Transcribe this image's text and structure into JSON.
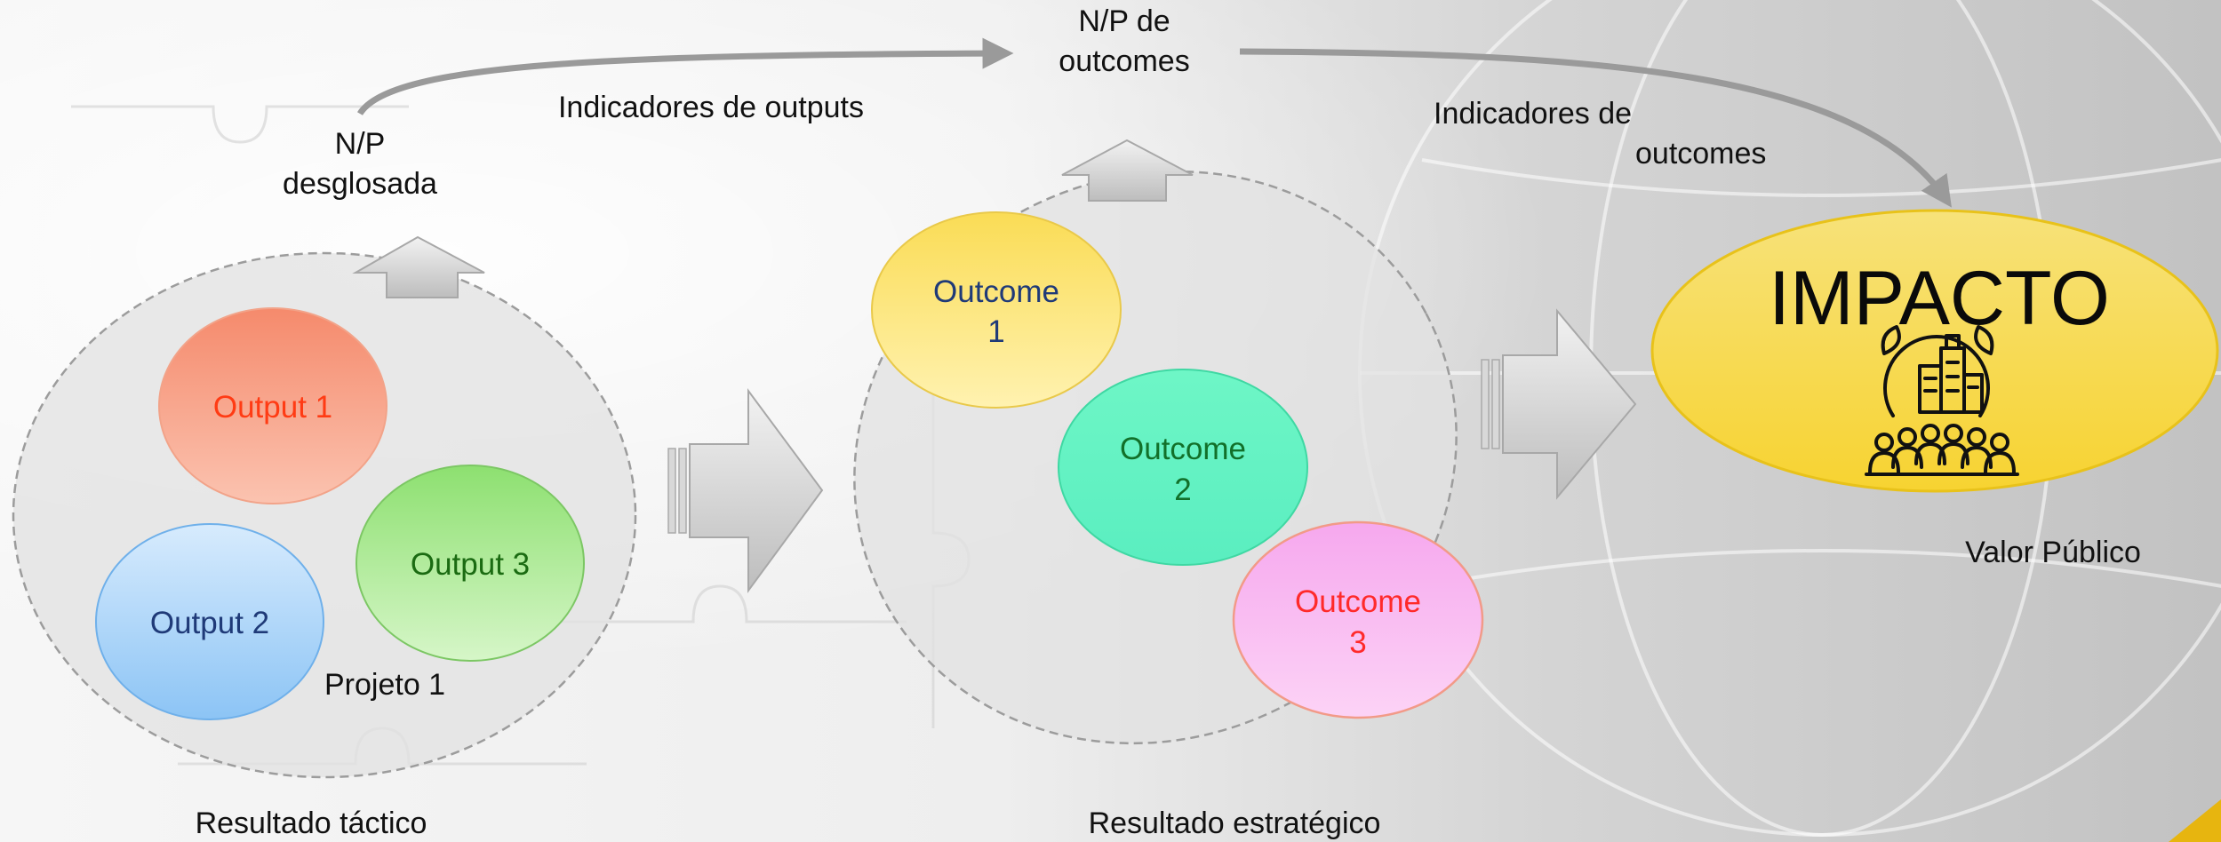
{
  "colors": {
    "background_light": "#f4f4f4",
    "background_dark": "#c9c9c9",
    "group_fill": "#e2e2e2",
    "group_stroke": "#9c9c9c",
    "connector_arrow": "#9a9a9a",
    "output1_fill": "#f6967a",
    "output1_text": "#ff3b14",
    "output2_fill": "#9fcdf6",
    "output2_text": "#1f3a78",
    "output3_fill": "#a6e88f",
    "output3_text": "#1b6b12",
    "outcome1_fill": "#fbe37a",
    "outcome1_text": "#1f3a78",
    "outcome2_fill": "#6cf5c6",
    "outcome2_text": "#12702a",
    "outcome3_fill": "#f9b9f2",
    "outcome3_text": "#ff2a2a",
    "impact_fill": "#f9de4c",
    "impact_stroke": "#e8c21a",
    "label_text": "#111111"
  },
  "labels": {
    "np_desglosada_line1": "N/P",
    "np_desglosada_line2": "desglosada",
    "indicadores_outputs": "Indicadores de outputs",
    "np_outcomes_line1": "N/P de",
    "np_outcomes_line2": "outcomes",
    "indicadores_outcomes_line1": "Indicadores de",
    "indicadores_outcomes_line2": "outcomes",
    "projeto": "Projeto 1",
    "resultado_tactico": "Resultado táctico",
    "resultado_estrategico": "Resultado estratégico",
    "valor_publico": "Valor Público"
  },
  "outputs": [
    {
      "label": "Output 1"
    },
    {
      "label": "Output 2"
    },
    {
      "label": "Output 3"
    }
  ],
  "outcomes": [
    {
      "line1": "Outcome",
      "line2": "1"
    },
    {
      "line1": "Outcome",
      "line2": "2"
    },
    {
      "line1": "Outcome",
      "line2": "3"
    }
  ],
  "impact": {
    "title": "IMPACTO",
    "icon": "community-city-impact-icon"
  }
}
